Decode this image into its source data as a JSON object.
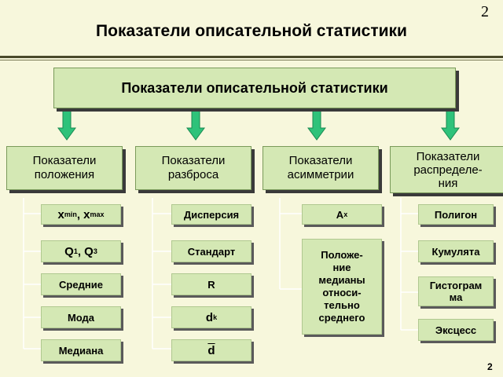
{
  "page_number": "2",
  "title": "Показатели описательной статистики",
  "main_box": "Показатели описательной статистики",
  "categories": [
    {
      "label_lines": [
        "Показатели",
        "положения"
      ],
      "items": [
        {
          "text": "x",
          "sub": "min",
          "text2": ", x",
          "sub2": "max"
        },
        {
          "text": "Q",
          "sub": "1",
          "text2": ", Q",
          "sub2": "3"
        },
        {
          "text": "Средние"
        },
        {
          "text": "Мода"
        },
        {
          "text": "Медиана"
        }
      ]
    },
    {
      "label_lines": [
        "Показатели",
        "разброса"
      ],
      "items": [
        {
          "text": "Дисперсия"
        },
        {
          "text": "Стандарт"
        },
        {
          "text": "R"
        },
        {
          "text": "d",
          "sub": "k"
        },
        {
          "text": "d",
          "overline": true
        }
      ]
    },
    {
      "label_lines": [
        "Показатели",
        "асимметрии"
      ],
      "items": [
        {
          "text": "A",
          "sub": "x"
        },
        {
          "text_lines": [
            "Положе-",
            "ние",
            "медианы",
            "относи-",
            "тельно",
            "среднего"
          ]
        }
      ]
    },
    {
      "label_lines": [
        "Показатели",
        "распределе-",
        "ния"
      ],
      "items": [
        {
          "text": "Полигон"
        },
        {
          "text": "Кумулята"
        },
        {
          "text_lines": [
            "Гистограм",
            "ма"
          ]
        },
        {
          "text": "Эксцесс"
        }
      ]
    }
  ],
  "colors": {
    "background": "#f7f7dc",
    "box_fill": "#d4e8b4",
    "arrow": "#2ec27a",
    "shadow": "#3a3a3a"
  }
}
